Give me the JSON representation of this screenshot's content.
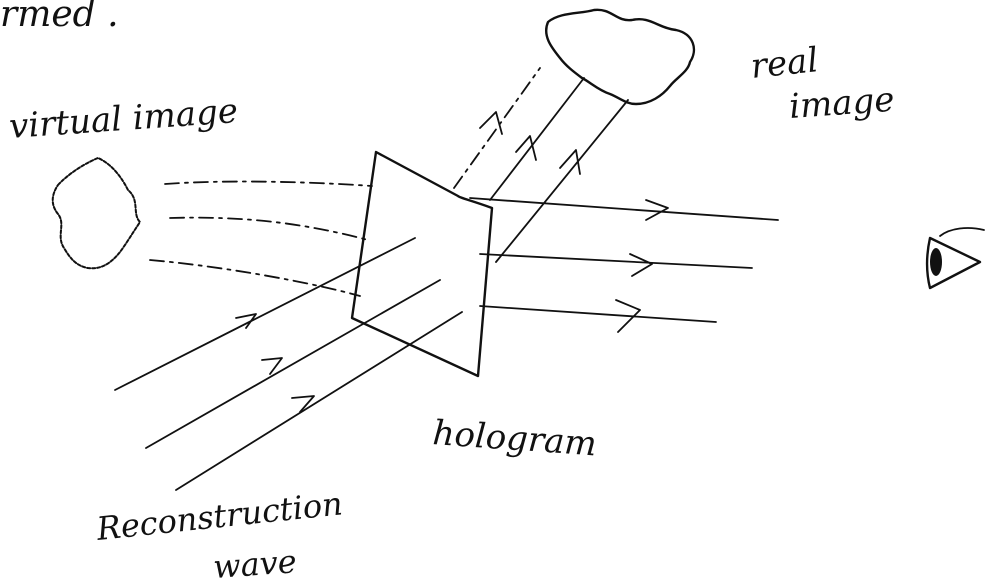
{
  "labels": {
    "top_fragment": "rmed .",
    "virtual_image": "virtual image",
    "real_image_line1": "real",
    "real_image_line2": "image",
    "hologram": "hologram",
    "reconstruction_line1": "Reconstruction",
    "reconstruction_line2": "wave"
  },
  "colors": {
    "ink": "#111111",
    "background": "#ffffff"
  },
  "icons": {
    "observer": "eye-icon"
  }
}
